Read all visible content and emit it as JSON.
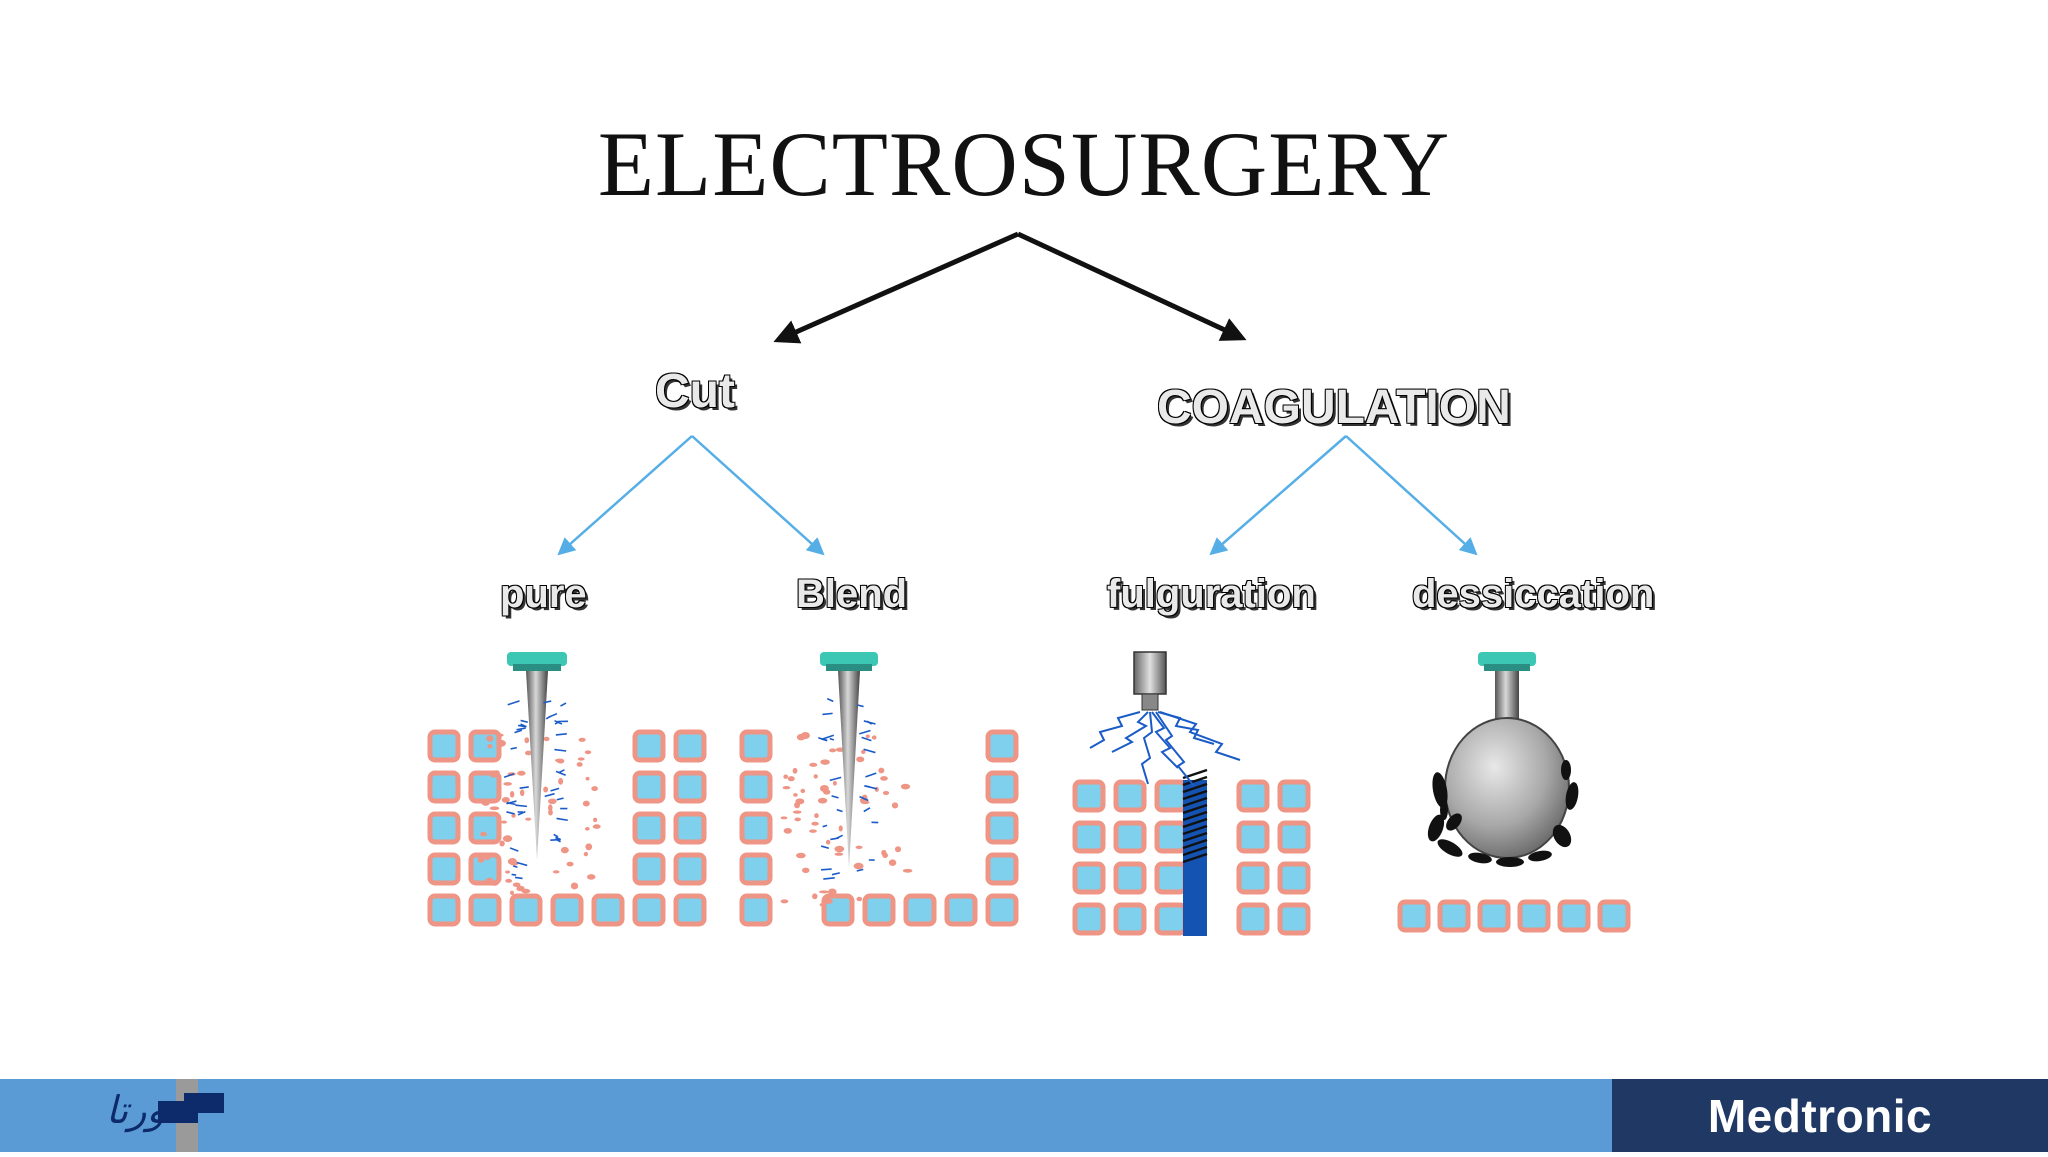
{
  "title": "ELECTROSURGERY",
  "categories": {
    "cut": {
      "label": "Cut"
    },
    "coagulation": {
      "label": "COAGULATION"
    }
  },
  "modes": {
    "pure": "pure",
    "blend": "Blend",
    "fulguration": "fulguration",
    "dessiccation": "dessiccation"
  },
  "footer": {
    "logo_text": "ورتا",
    "brand": "Medtronic"
  },
  "colors": {
    "arrow_primary": "#111111",
    "arrow_secondary": "#55aee6",
    "cell_fill": "#7fd0ec",
    "cell_border": "#ee9585",
    "electrode_tip": "#3cc7b4",
    "spark": "#1a5bc8",
    "column": "#1553b3",
    "footer_bar": "#5b9bd5",
    "brand_box": "#1f3864"
  }
}
